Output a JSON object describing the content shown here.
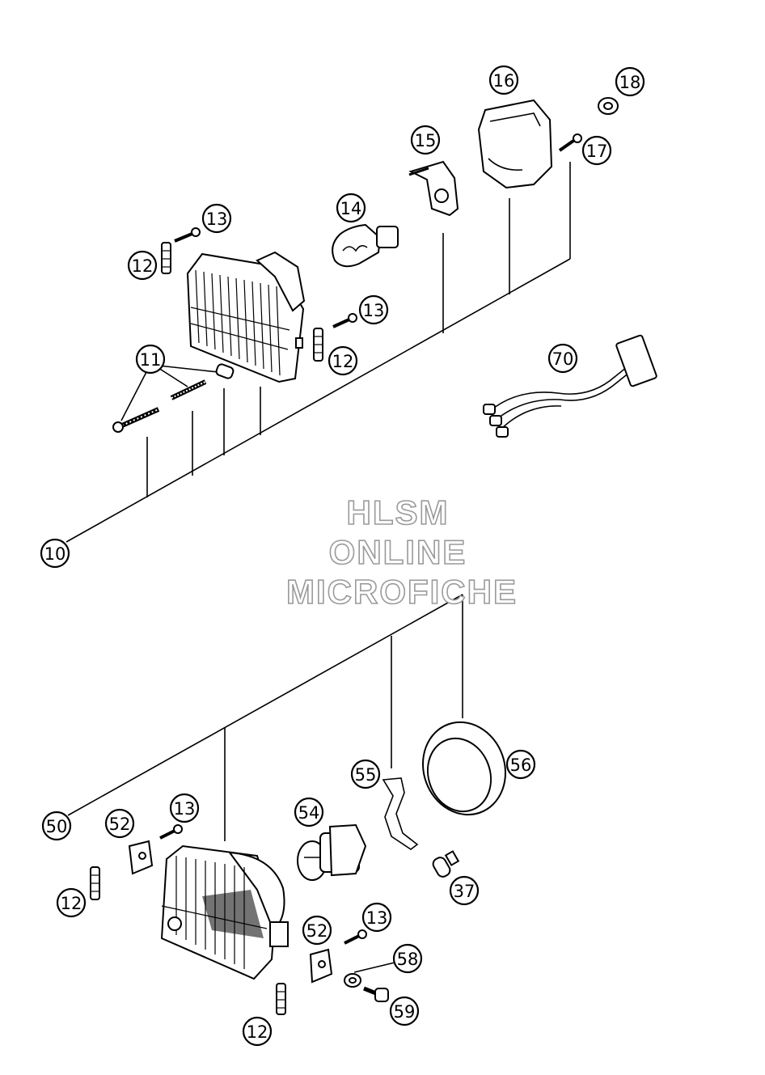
{
  "watermark": {
    "line1": "HLSM",
    "line2": "ONLINE",
    "line3": "MICROFICHE"
  },
  "callouts": [
    {
      "id": "c10",
      "label": "10"
    },
    {
      "id": "c11",
      "label": "11"
    },
    {
      "id": "c12a",
      "label": "12"
    },
    {
      "id": "c12b",
      "label": "12"
    },
    {
      "id": "c13a",
      "label": "13"
    },
    {
      "id": "c13b",
      "label": "13"
    },
    {
      "id": "c14",
      "label": "14"
    },
    {
      "id": "c15",
      "label": "15"
    },
    {
      "id": "c16",
      "label": "16"
    },
    {
      "id": "c17",
      "label": "17"
    },
    {
      "id": "c18",
      "label": "18"
    },
    {
      "id": "c70",
      "label": "70"
    },
    {
      "id": "c50",
      "label": "50"
    },
    {
      "id": "c52a",
      "label": "52"
    },
    {
      "id": "c52b",
      "label": "52"
    },
    {
      "id": "c13c",
      "label": "13"
    },
    {
      "id": "c13d",
      "label": "13"
    },
    {
      "id": "c12c",
      "label": "12"
    },
    {
      "id": "c12d",
      "label": "12"
    },
    {
      "id": "c54",
      "label": "54"
    },
    {
      "id": "c55",
      "label": "55"
    },
    {
      "id": "c56",
      "label": "56"
    },
    {
      "id": "c37",
      "label": "37"
    },
    {
      "id": "c58",
      "label": "58"
    },
    {
      "id": "c59",
      "label": "59"
    }
  ]
}
